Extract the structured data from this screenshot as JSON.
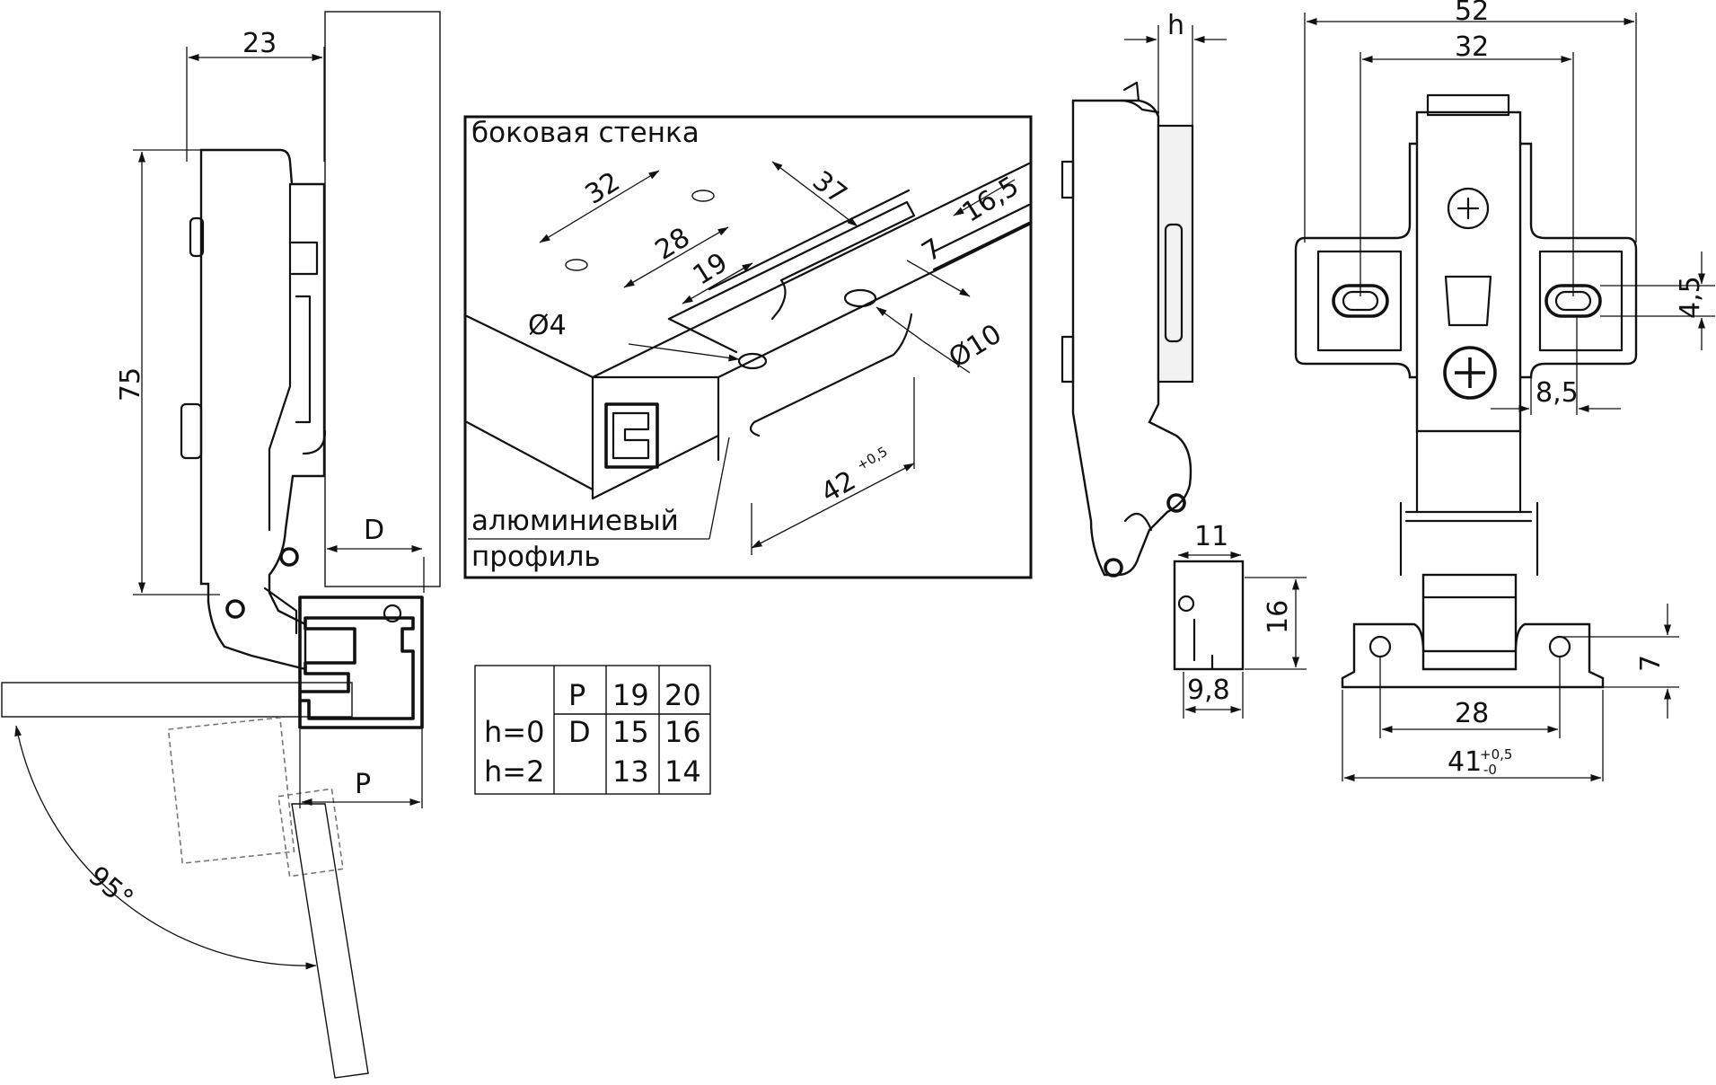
{
  "side_view": {
    "dim_23": "23",
    "dim_75": "75",
    "dim_D": "D",
    "dim_P": "P",
    "angle": "95°"
  },
  "inset": {
    "title": "боковая стенка",
    "label_line1": "алюминиевый",
    "label_line2": "профиль",
    "dim_32": "32",
    "dim_37": "37",
    "dim_28": "28",
    "dim_16_5": "16,5",
    "dim_19": "19",
    "dim_7": "7",
    "dim_d4": "Ø4",
    "dim_d10": "Ø10",
    "dim_42": "42",
    "dim_42_tol": "+0,5"
  },
  "table": {
    "header": [
      "",
      "P",
      "19",
      "20"
    ],
    "rows": [
      [
        "h=0",
        "D",
        "15",
        "16"
      ],
      [
        "h=2",
        "",
        "13",
        "14"
      ]
    ]
  },
  "mid_view": {
    "dim_h": "h",
    "dim_11": "11",
    "dim_16": "16",
    "dim_9_8": "9,8"
  },
  "front_view": {
    "dim_52": "52",
    "dim_32": "32",
    "dim_4_5": "4,5",
    "dim_8_5": "8,5",
    "dim_7": "7",
    "dim_28": "28",
    "dim_41": "41",
    "dim_41_tol_up": "+0,5",
    "dim_41_tol_dn": "-0"
  }
}
